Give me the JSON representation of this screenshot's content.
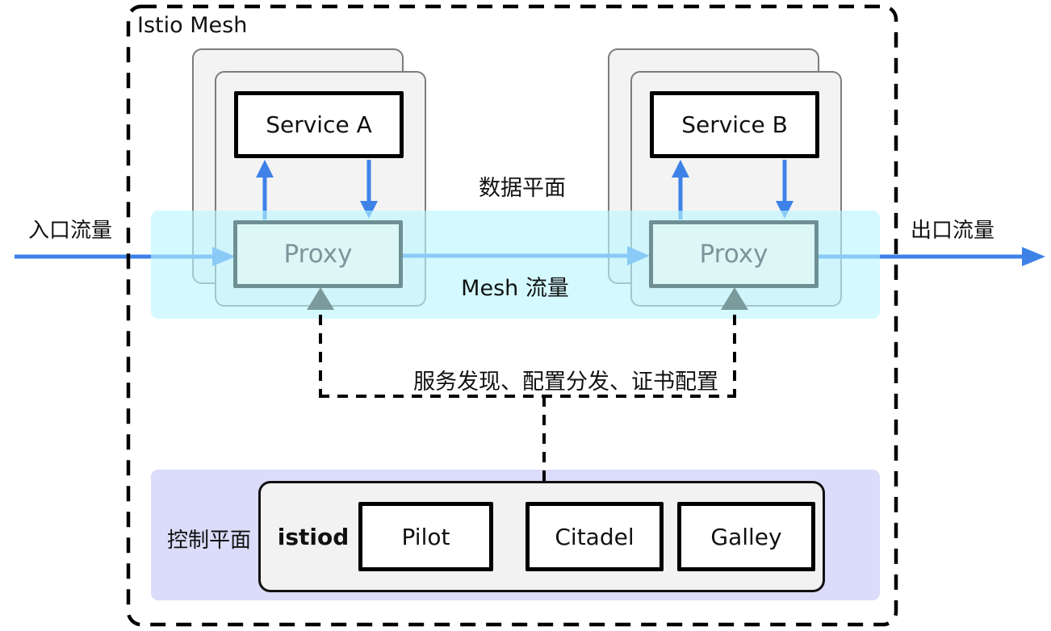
{
  "diagram": {
    "title": "Istio Mesh",
    "traffic": {
      "ingress_label": "入口流量",
      "egress_label": "出口流量"
    },
    "planes": {
      "data_plane_label": "数据平面",
      "mesh_traffic_label": "Mesh 流量",
      "control_plane_label": "控制平面"
    },
    "control_link_label": "服务发现、配置分发、证书配置",
    "services": [
      {
        "name": "Service A",
        "proxy": "Proxy"
      },
      {
        "name": "Service B",
        "proxy": "Proxy"
      }
    ],
    "control": {
      "daemon": "istiod",
      "components": [
        "Pilot",
        "Citadel",
        "Galley"
      ]
    },
    "colors": {
      "traffic_blue": "#3E82E8",
      "in_band_blue": "#8ED2F5",
      "data_plane_band": "#D5FAFF",
      "control_plane_band": "#DBDBFA",
      "proxy_border_gray": "#6E9094",
      "control_arrow_gray": "#7B9A9B",
      "pod_fill": "#F3F3F3"
    }
  }
}
